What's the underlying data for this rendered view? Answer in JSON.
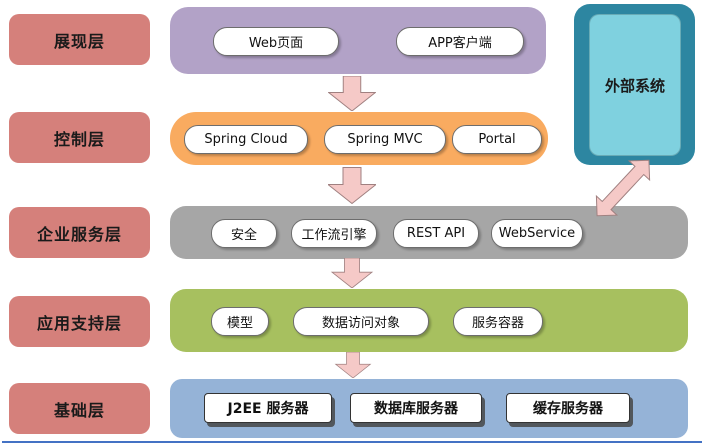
{
  "layers": [
    {
      "label": "展现层",
      "color": "#b2a2c7",
      "items": [
        "Web页面",
        "APP客户端"
      ]
    },
    {
      "label": "控制层",
      "color": "#f9ab60",
      "items": [
        "Spring Cloud",
        "Spring MVC",
        "Portal"
      ]
    },
    {
      "label": "企业服务层",
      "color": "#a6a6a6",
      "items": [
        "安全",
        "工作流引擎",
        "REST API",
        "WebService"
      ]
    },
    {
      "label": "应用支持层",
      "color": "#a7c05f",
      "items": [
        "模型",
        "数据访问对象",
        "服务容器"
      ]
    },
    {
      "label": "基础层",
      "color": "#95b3d7",
      "items": [
        "J2EE 服务器",
        "数据库服务器",
        "缓存服务器"
      ]
    }
  ],
  "external_system": {
    "label": "外部系统",
    "outer_color": "#2d86a1",
    "inner_color": "#7fd1df"
  },
  "side_label_color": "#d5807b",
  "arrow_fill": "#f5c9c7",
  "arrow_stroke": "#a08080"
}
